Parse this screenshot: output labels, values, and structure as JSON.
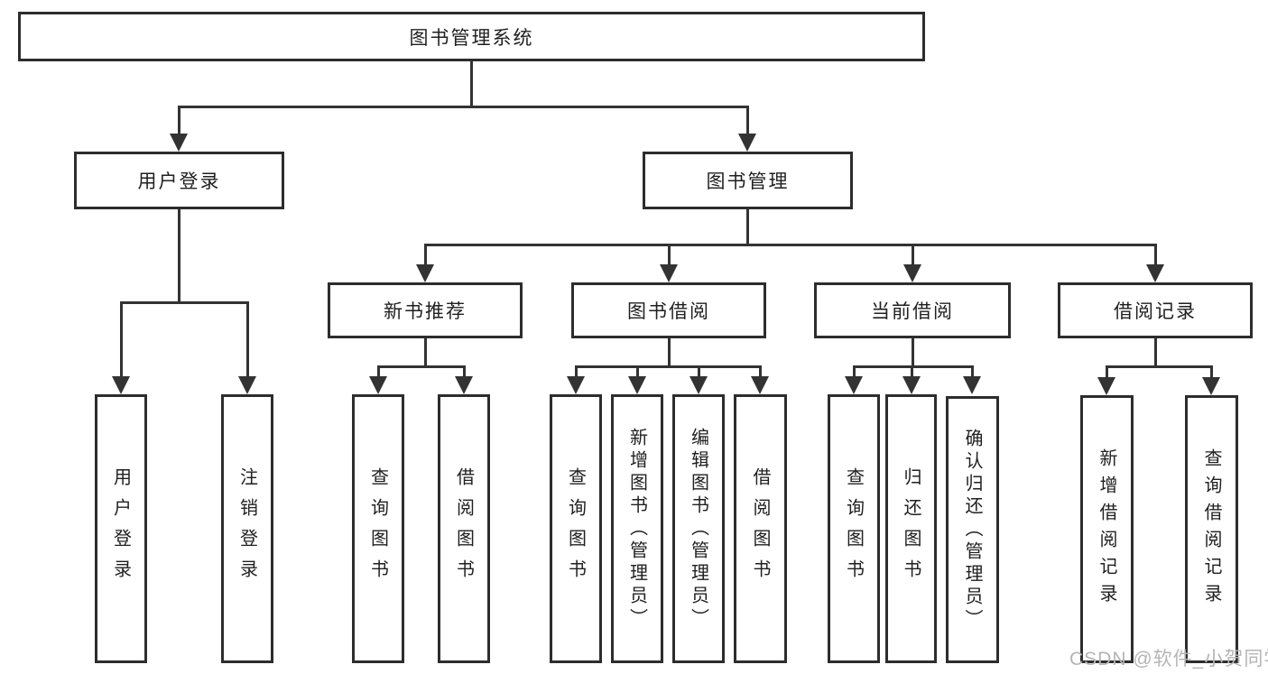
{
  "page": {
    "background": "#ffffff"
  },
  "colors": {
    "line": "#333333",
    "box_border": "#2d2d2d",
    "text": "#1f1f1f",
    "watermark": "#b5b5b5"
  },
  "watermark": {
    "text": "CSDN @软件_小贺同学"
  },
  "tree": {
    "root": {
      "label": "图书管理系统"
    },
    "level2": [
      {
        "label": "用户登录"
      },
      {
        "label": "图书管理"
      }
    ],
    "level3": [
      {
        "label": "新书推荐"
      },
      {
        "label": "图书借阅"
      },
      {
        "label": "当前借阅"
      },
      {
        "label": "借阅记录"
      }
    ],
    "leaves": {
      "user_login": [
        {
          "label": "用户登录"
        },
        {
          "label": "注销登录"
        }
      ],
      "new_book": [
        {
          "label": "查询图书"
        },
        {
          "label": "借阅图书"
        }
      ],
      "borrow": [
        {
          "label": "查询图书"
        },
        {
          "label": "新增图书（管理员）"
        },
        {
          "label": "编辑图书（管理员）"
        },
        {
          "label": "借阅图书"
        }
      ],
      "current": [
        {
          "label": "查询图书"
        },
        {
          "label": "归还图书"
        },
        {
          "label": "确认归还（管理员）"
        }
      ],
      "records": [
        {
          "label": "新增借阅记录"
        },
        {
          "label": "查询借阅记录"
        }
      ]
    }
  }
}
